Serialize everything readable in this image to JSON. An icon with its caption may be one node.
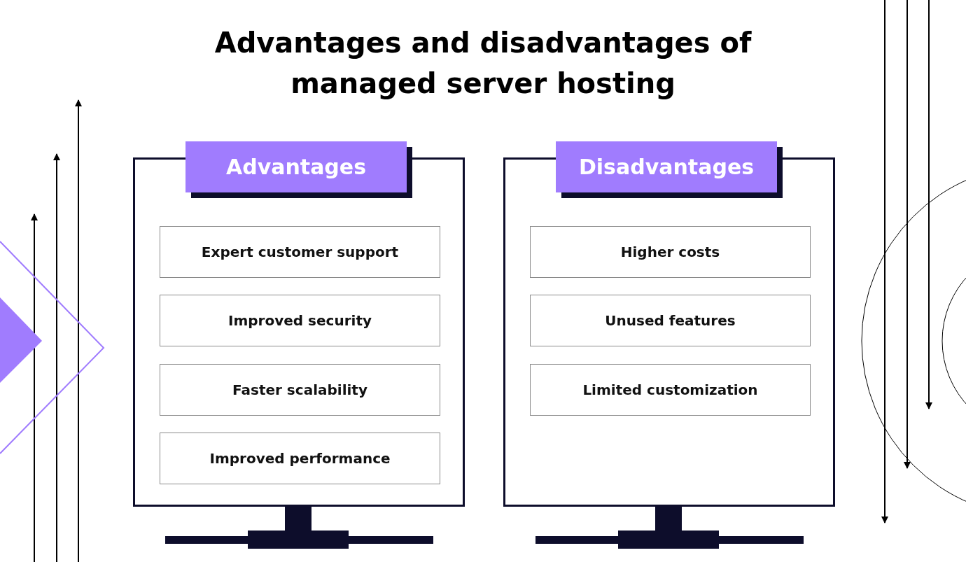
{
  "diagram": {
    "title": "Advantages and disadvantages of managed server hosting",
    "nodes": [
      {
        "text": [
          "Advantages"
        ]
      },
      {
        "text": [
          "Expert customer support"
        ],
        "in": 0
      },
      {
        "text": [
          "Improved security"
        ],
        "in": 0
      },
      {
        "text": [
          "Faster scalability"
        ],
        "in": 0
      },
      {
        "text": [
          "Improved performance"
        ],
        "in": 0
      },
      {
        "text": [
          "Disadvantages"
        ]
      },
      {
        "text": [
          "Higher costs"
        ],
        "in": 5
      },
      {
        "text": [
          "Unused features"
        ],
        "in": 5
      },
      {
        "text": [
          "Limited customization"
        ],
        "in": 5
      }
    ]
  }
}
